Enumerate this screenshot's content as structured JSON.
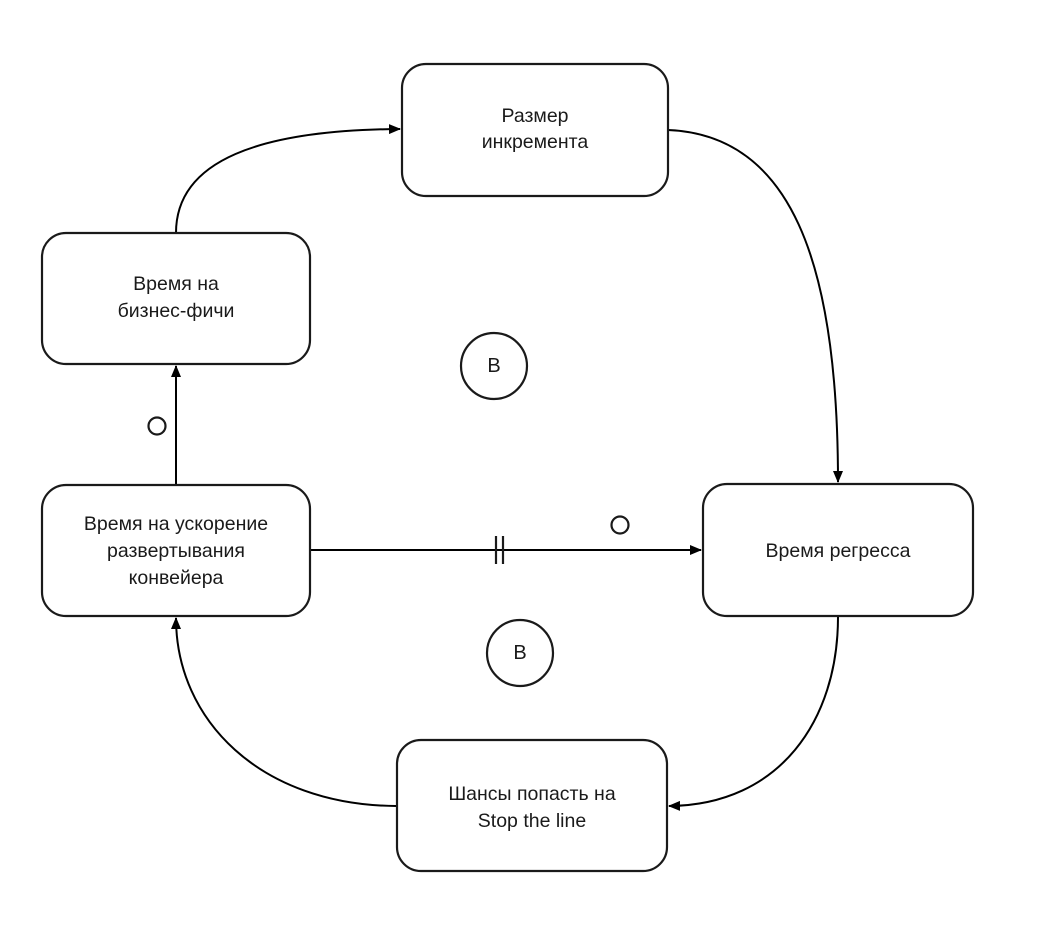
{
  "diagram": {
    "type": "causal-loop",
    "nodes": {
      "increment_size": {
        "lines": [
          "Размер",
          "инкремента"
        ]
      },
      "business_time": {
        "lines": [
          "Время на",
          "бизнес-фичи"
        ]
      },
      "pipeline_time": {
        "lines": [
          "Время на ускорение",
          "развертывания",
          "конвейера"
        ]
      },
      "regress_time": {
        "lines": [
          "Время регресса"
        ]
      },
      "stop_line": {
        "lines": [
          "Шансы попасть на",
          "Stop the line"
        ]
      }
    },
    "edges": [
      {
        "from": "business_time",
        "to": "increment_size",
        "polarity": "",
        "delay": false
      },
      {
        "from": "increment_size",
        "to": "regress_time",
        "polarity": "",
        "delay": false
      },
      {
        "from": "regress_time",
        "to": "stop_line",
        "polarity": "",
        "delay": false
      },
      {
        "from": "stop_line",
        "to": "pipeline_time",
        "polarity": "",
        "delay": false
      },
      {
        "from": "pipeline_time",
        "to": "business_time",
        "polarity": "O",
        "delay": false
      },
      {
        "from": "pipeline_time",
        "to": "regress_time",
        "polarity": "O",
        "delay": true
      }
    ],
    "loops": {
      "upper": {
        "label": "B"
      },
      "lower": {
        "label": "B"
      }
    },
    "markers": {
      "opposite": "O"
    },
    "colors": {
      "stroke": "#1a1a1a",
      "background": "#ffffff"
    }
  }
}
